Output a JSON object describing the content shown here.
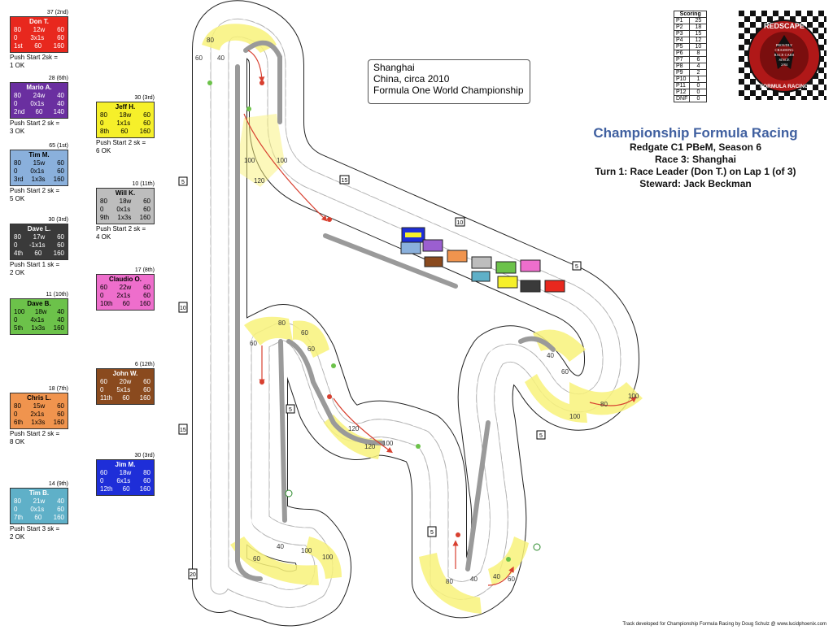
{
  "title_box": {
    "line1": "Shanghai",
    "line2": "China, circa 2010",
    "line3": "Formula One World Championship"
  },
  "header": {
    "title": "Championship Formula Racing",
    "line1": "Redgate C1 PBeM, Season 6",
    "line2": "Race 3: Shanghai",
    "line3": "Turn 1: Race Leader (Don T.) on Lap 1 (of 3)",
    "line4": "Steward: Jack Beckman"
  },
  "scoring": {
    "heading": "Scoring",
    "rows": [
      {
        "pos": "P1",
        "pts": "25"
      },
      {
        "pos": "P2",
        "pts": "18"
      },
      {
        "pos": "P3",
        "pts": "15"
      },
      {
        "pos": "P4",
        "pts": "12"
      },
      {
        "pos": "P5",
        "pts": "10"
      },
      {
        "pos": "P6",
        "pts": "8"
      },
      {
        "pos": "P7",
        "pts": "6"
      },
      {
        "pos": "P8",
        "pts": "4"
      },
      {
        "pos": "P9",
        "pts": "2"
      },
      {
        "pos": "P10",
        "pts": "1"
      },
      {
        "pos": "P11",
        "pts": "0"
      },
      {
        "pos": "P12",
        "pts": "0"
      },
      {
        "pos": "DNF",
        "pts": "0"
      }
    ]
  },
  "logo": {
    "text_top": "REDSCAPE",
    "text_mid1": "PROUDLY",
    "text_mid2": "CRASHING",
    "text_mid3": "RACE CARS",
    "text_mid4": "SINCE",
    "text_mid5": "2/84",
    "text_bottom": "FORMULA RACING"
  },
  "drivers": [
    {
      "id": "don",
      "hdr": "37 (2nd)",
      "name": "Don T.",
      "r1": [
        "80",
        "12w",
        "60"
      ],
      "r2": [
        "0",
        "3x1s",
        "60"
      ],
      "r3": [
        "1st",
        "60",
        "160"
      ],
      "push1": "Push Start 2sk =",
      "push2": "1 OK",
      "color": "#e8281e",
      "text": "wt"
    },
    {
      "id": "mario",
      "hdr": "28 (6th)",
      "name": "Mario A.",
      "r1": [
        "80",
        "24w",
        "40"
      ],
      "r2": [
        "0",
        "0x1s",
        "40"
      ],
      "r3": [
        "2nd",
        "60",
        "140"
      ],
      "push1": "Push Start 2 sk =",
      "push2": "3 OK",
      "color": "#6a2fa0",
      "text": "wt"
    },
    {
      "id": "tim_m",
      "hdr": "65 (1st)",
      "name": "Tim M.",
      "r1": [
        "80",
        "15w",
        "60"
      ],
      "r2": [
        "0",
        "0x1s",
        "60"
      ],
      "r3": [
        "3rd",
        "1x3s",
        "160"
      ],
      "push1": "Push Start 2 sk =",
      "push2": "5 OK",
      "color": "#8ab0dc",
      "text": "bk"
    },
    {
      "id": "dave_l",
      "hdr": "30 (3rd)",
      "name": "Dave L.",
      "r1": [
        "80",
        "17w",
        "60"
      ],
      "r2": [
        "0",
        "-1x1s",
        "60"
      ],
      "r3": [
        "4th",
        "60",
        "160"
      ],
      "push1": "Push Start 1 sk =",
      "push2": "2 OK",
      "color": "#3a3a3a",
      "text": "wt"
    },
    {
      "id": "dave_b",
      "hdr": "11 (10th)",
      "name": "Dave B.",
      "r1": [
        "100",
        "18w",
        "40"
      ],
      "r2": [
        "0",
        "4x1s",
        "40"
      ],
      "r3": [
        "5th",
        "1x3s",
        "160"
      ],
      "push1": "",
      "push2": "",
      "color": "#6cc24a",
      "text": "bk"
    },
    {
      "id": "chris_l",
      "hdr": "18 (7th)",
      "name": "Chris L.",
      "r1": [
        "80",
        "15w",
        "60"
      ],
      "r2": [
        "0",
        "2x1s",
        "60"
      ],
      "r3": [
        "6th",
        "1x3s",
        "160"
      ],
      "push1": "Push Start 2 sk =",
      "push2": "8 OK",
      "color": "#f0944e",
      "text": "bk"
    },
    {
      "id": "tim_b",
      "hdr": "14 (9th)",
      "name": "Tim B.",
      "r1": [
        "80",
        "21w",
        "40"
      ],
      "r2": [
        "0",
        "0x1s",
        "60"
      ],
      "r3": [
        "7th",
        "60",
        "160"
      ],
      "push1": "Push Start 3 sk =",
      "push2": "2 OK",
      "color": "#5fb0c8",
      "text": "wt"
    },
    {
      "id": "jeff",
      "hdr": "30 (3rd)",
      "name": "Jeff H.",
      "r1": [
        "80",
        "18w",
        "60"
      ],
      "r2": [
        "0",
        "1x1s",
        "60"
      ],
      "r3": [
        "8th",
        "60",
        "160"
      ],
      "push1": "Push Start 2 sk =",
      "push2": "6 OK",
      "color": "#f6f02a",
      "text": "bk"
    },
    {
      "id": "will",
      "hdr": "10 (11th)",
      "name": "Will K.",
      "r1": [
        "80",
        "18w",
        "60"
      ],
      "r2": [
        "0",
        "0x1s",
        "60"
      ],
      "r3": [
        "9th",
        "1x3s",
        "160"
      ],
      "push1": "Push Start 2 sk =",
      "push2": "4 OK",
      "color": "#bdbdbd",
      "text": "bk"
    },
    {
      "id": "claudio",
      "hdr": "17 (8th)",
      "name": "Claudio O.",
      "r1": [
        "60",
        "22w",
        "60"
      ],
      "r2": [
        "0",
        "2x1s",
        "60"
      ],
      "r3": [
        "10th",
        "60",
        "160"
      ],
      "push1": "",
      "push2": "",
      "color": "#ee6ecc",
      "text": "bk"
    },
    {
      "id": "john",
      "hdr": "6 (12th)",
      "name": "John W.",
      "r1": [
        "60",
        "20w",
        "60"
      ],
      "r2": [
        "0",
        "5x1s",
        "60"
      ],
      "r3": [
        "11th",
        "60",
        "160"
      ],
      "push1": "",
      "push2": "",
      "color": "#8a4a1e",
      "text": "wt"
    },
    {
      "id": "jim",
      "hdr": "30 (3rd)",
      "name": "Jim M.",
      "r1": [
        "60",
        "18w",
        "80"
      ],
      "r2": [
        "0",
        "6x1s",
        "60"
      ],
      "r3": [
        "12th",
        "60",
        "160"
      ],
      "push1": "",
      "push2": "",
      "color": "#1e2ed8",
      "text": "wt"
    }
  ],
  "track_labels": {
    "speed_60": "60",
    "speed_40": "40",
    "speed_80": "80",
    "speed_100": "100",
    "speed_120": "120",
    "marker_5": "5",
    "marker_10": "10",
    "marker_15": "15",
    "marker_20": "20"
  },
  "colors": {
    "corner_fill": "#f8f27a",
    "wall": "#9a9a9a",
    "line": "#222222",
    "arrow": "#d84030"
  },
  "credit": "Track developed for Championship Formula Racing by Doug Schulz @ www.lucidphoenix.com"
}
